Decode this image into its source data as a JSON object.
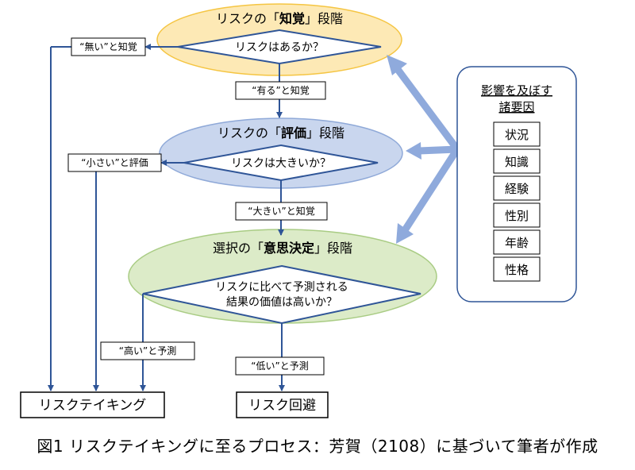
{
  "stages": [
    {
      "pre": "リスクの「",
      "key": "知覚",
      "post": "」段階",
      "question": [
        "リスクはあるか？"
      ],
      "fill": "#fde9b5",
      "stroke": "#f5c542"
    },
    {
      "pre": "リスクの「",
      "key": "評価",
      "post": "」段階",
      "question": [
        "リスクは大きいか？"
      ],
      "fill": "#c9d6ee",
      "stroke": "#8fa9d8"
    },
    {
      "pre": "選択の「",
      "key": "意思決定",
      "post": "」段階",
      "question": [
        "リスクに比べて予測される",
        "結果の価値は高いか？"
      ],
      "fill": "#dcebc8",
      "stroke": "#a9cc84"
    }
  ],
  "edge_labels": {
    "no_risk": "“無い”と知覚",
    "has_risk": "“有る”と知覚",
    "small": "“小さい”と評価",
    "large": "“大きい”と知覚",
    "high": "“高い”と予測",
    "low": "“低い”と予測"
  },
  "outcomes": {
    "risk_taking": "リスクテイキング",
    "risk_avoidance": "リスク回避"
  },
  "factors": {
    "title": [
      "影響を及ぼす",
      "諸要因"
    ],
    "items": [
      "状況",
      "知識",
      "経験",
      "性別",
      "年齢",
      "性格"
    ]
  },
  "caption": "図1 リスクテイキングに至るプロセス：芳賀（2108）に基づいて筆者が作成",
  "colors": {
    "line": "#2f5597",
    "influence_arrow": "#8faadc"
  }
}
